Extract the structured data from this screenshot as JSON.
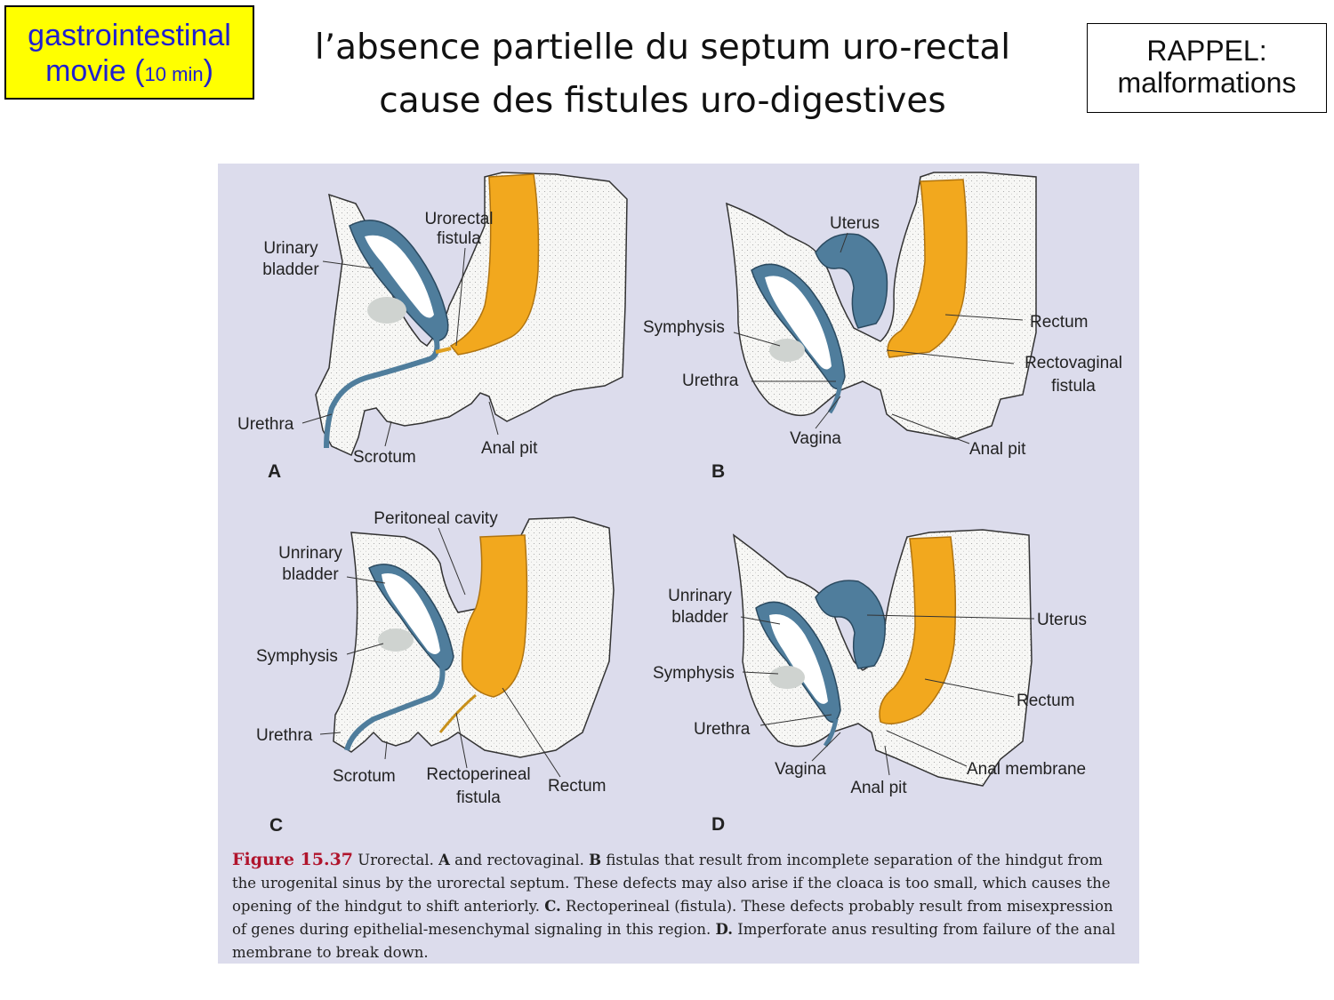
{
  "tag": {
    "line1": "gastrointestinal",
    "line2_prefix": "movie (",
    "line2_small": "10 min",
    "line2_suffix": ")"
  },
  "title": {
    "line1": "l’absence partielle du septum uro-rectal",
    "line2": "cause des fistules uro-digestives"
  },
  "rappel": {
    "line1": "RAPPEL:",
    "line2": "malformations"
  },
  "colors": {
    "tag_bg": "#ffff00",
    "tag_text": "#1f1fd0",
    "bladder": "#4f7d9c",
    "rectum": "#f2a81e",
    "figure_bg": "#dcdcec",
    "caption_red": "#b0142c"
  },
  "panels": {
    "A": {
      "letter": "A",
      "labels": {
        "urorectal_1": "Urorectal",
        "urorectal_2": "fistula",
        "bladder_1": "Urinary",
        "bladder_2": "bladder",
        "urethra": "Urethra",
        "scrotum": "Scrotum",
        "anal_pit": "Anal pit"
      }
    },
    "B": {
      "letter": "B",
      "labels": {
        "uterus": "Uterus",
        "rectum": "Rectum",
        "symphysis": "Symphysis",
        "rectovaginal_1": "Rectovaginal",
        "rectovaginal_2": "fistula",
        "urethra": "Urethra",
        "vagina": "Vagina",
        "anal_pit": "Anal pit"
      }
    },
    "C": {
      "letter": "C",
      "labels": {
        "peritoneal": "Peritoneal cavity",
        "bladder_1": "Unrinary",
        "bladder_2": "bladder",
        "symphysis": "Symphysis",
        "urethra": "Urethra",
        "scrotum": "Scrotum",
        "rectoperineal_1": "Rectoperineal",
        "rectoperineal_2": "fistula",
        "rectum": "Rectum"
      }
    },
    "D": {
      "letter": "D",
      "labels": {
        "bladder_1": "Unrinary",
        "bladder_2": "bladder",
        "uterus": "Uterus",
        "symphysis": "Symphysis",
        "rectum": "Rectum",
        "urethra": "Urethra",
        "vagina": "Vagina",
        "anal_membrane": "Anal membrane",
        "anal_pit": "Anal pit"
      }
    }
  },
  "caption": {
    "figure": "Figure 15.37",
    "t1": " Urorectal. ",
    "bA": "A",
    "t2": " and rectovaginal. ",
    "bB": "B",
    "t3": " fistulas that result from incomplete separation of the hindgut from the urogenital sinus by the urorectal septum. These defects may also arise if the cloaca is too small, which causes the opening of the hindgut to shift anteriorly. ",
    "bC": "C.",
    "t4": " Rectoperineal (fistula). These defects probably result from misexpression of genes during epithelial-mesenchymal signaling in this region. ",
    "bD": "D.",
    "t5": " Imperforate anus resulting from failure of the anal membrane to break down."
  }
}
